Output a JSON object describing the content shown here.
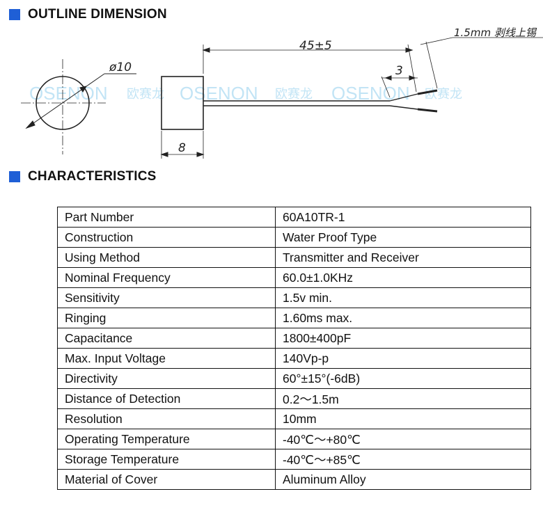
{
  "sections": {
    "outline_title": "OUTLINE DIMENSION",
    "characteristics_title": "CHARACTERISTICS"
  },
  "drawing": {
    "diameter_label": "ø10",
    "length_label": "45±5",
    "strip_label": "3",
    "tin_note": "1.5mm 剥线上锡",
    "width_label": "8",
    "watermark_text": "OSENON",
    "watermark_cn": "欧赛龙"
  },
  "colors": {
    "accent_square": "#1f5fd6",
    "watermark": "#a9d9f2"
  },
  "characteristics": [
    {
      "label": "Part Number",
      "value": "60A10TR-1"
    },
    {
      "label": "Construction",
      "value": "Water Proof Type"
    },
    {
      "label": "Using Method",
      "value": "Transmitter and Receiver"
    },
    {
      "label": "Nominal Frequency",
      "value": "60.0±1.0KHz"
    },
    {
      "label": "Sensitivity",
      "value": "1.5v min."
    },
    {
      "label": "Ringing",
      "value": "1.60ms max."
    },
    {
      "label": "Capacitance",
      "value": "1800±400pF"
    },
    {
      "label": "Max. Input Voltage",
      "value": "140Vp-p"
    },
    {
      "label": "Directivity",
      "value": "60°±15°(-6dB)"
    },
    {
      "label": "Distance of Detection",
      "value": "0.2～1.5m"
    },
    {
      "label": "Resolution",
      "value": "10mm"
    },
    {
      "label": "Operating Temperature",
      "value": "-40℃～+80℃"
    },
    {
      "label": "Storage Temperature",
      "value": "-40℃～+85℃"
    },
    {
      "label": "Material of Cover",
      "value": "Aluminum Alloy"
    }
  ]
}
